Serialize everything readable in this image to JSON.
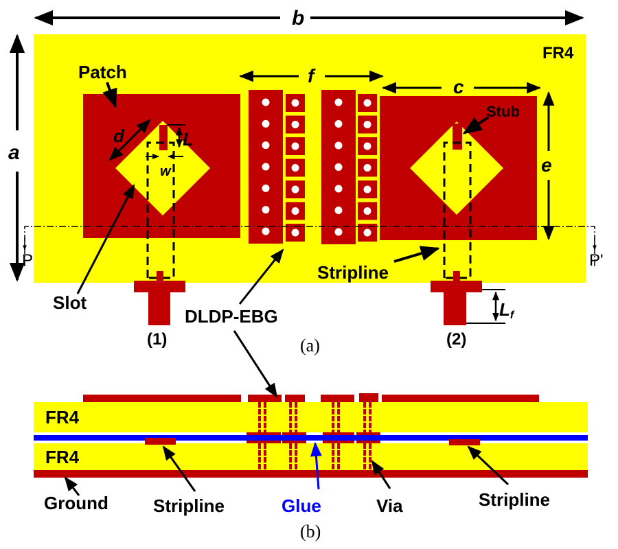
{
  "colors": {
    "substrate": "#ffff00",
    "copper": "#c00000",
    "glue": "#0000ff",
    "via_hole": "#ffffff",
    "annotation": "#000000"
  },
  "figure_a": {
    "caption": "(a)",
    "substrate_label": "FR4",
    "dimension_labels": {
      "a": "a",
      "b": "b",
      "c": "c",
      "d": "d",
      "e": "e",
      "f": "f",
      "L": "L",
      "w": "w",
      "Lf_main": "L",
      "Lf_sub": "f"
    },
    "callouts": {
      "patch": "Patch",
      "stub": "Stub",
      "slot": "Slot",
      "stripline": "Stripline",
      "dldp_ebg": "DLDP-EBG"
    },
    "ports": [
      "(1)",
      "(2)"
    ],
    "section_markers": [
      "P",
      "P'"
    ],
    "ebg": {
      "columns": 2,
      "vias_per_strip": 7,
      "cells_per_column": 7
    }
  },
  "figure_b": {
    "caption": "(b)",
    "layers": [
      "FR4",
      "FR4"
    ],
    "callouts": {
      "ground": "Ground",
      "stripline_left": "Stripline",
      "glue": "Glue",
      "via": "Via",
      "stripline_right": "Stripline"
    }
  }
}
